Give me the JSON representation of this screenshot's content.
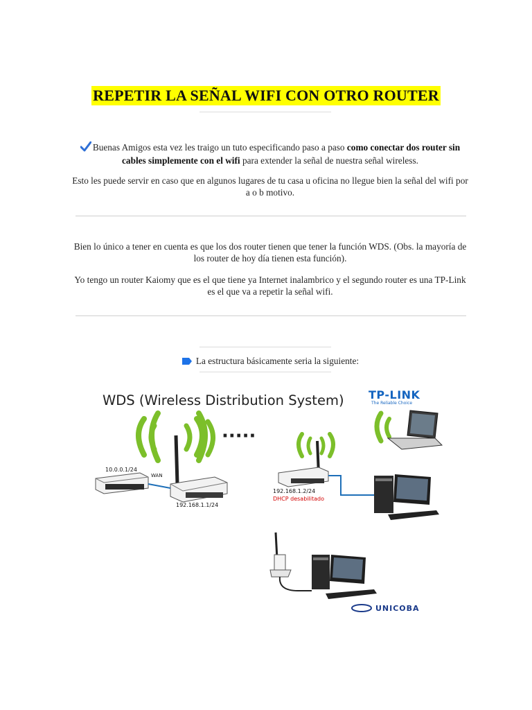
{
  "document": {
    "title": "REPETIR LA SEÑAL WIFI CON OTRO ROUTER",
    "intro": {
      "part1": "Buenas Amigos esta vez les traigo un tuto especificando paso a paso ",
      "bold": "como conectar dos router sin cables simplemente con el wifi",
      "part2": " para extender la señal de nuestra señal wireless."
    },
    "paragraph2": "Esto les puede servir en caso que en algunos lugares de tu casa u oficina no llegue bien la señal del wifi por a o b motivo.",
    "paragraph3": "Bien lo único a tener en cuenta es que los dos router tienen que tener la función WDS. (Obs. la mayoría de los router de hoy día tienen esta función).",
    "paragraph4": "Yo tengo un router Kaiomy que es el que tiene ya Internet inalambrico y el segundo router es una TP-Link es el que va a repetir la señal wifi.",
    "structure_label": "La estructura básicamente seria la siguiente:"
  },
  "diagram": {
    "heading": "WDS (Wireless Distribution System)",
    "dots": "·····",
    "router1_ip": "10.0.0.1/24",
    "wan_label": "WAN",
    "router2_ip": "192.168.1.1/24",
    "router3_ip": "192.168.1.2/24",
    "dhcp_note": "DHCP desabilitado",
    "brand1": "TP-LINK",
    "brand1_tagline": "The Reliable Choice",
    "brand2": "UNICOBA",
    "colors": {
      "signal": "#7cbf2a",
      "brand1": "#1565c0",
      "dhcp": "#d40000",
      "brand2": "#1a3a8a"
    }
  }
}
